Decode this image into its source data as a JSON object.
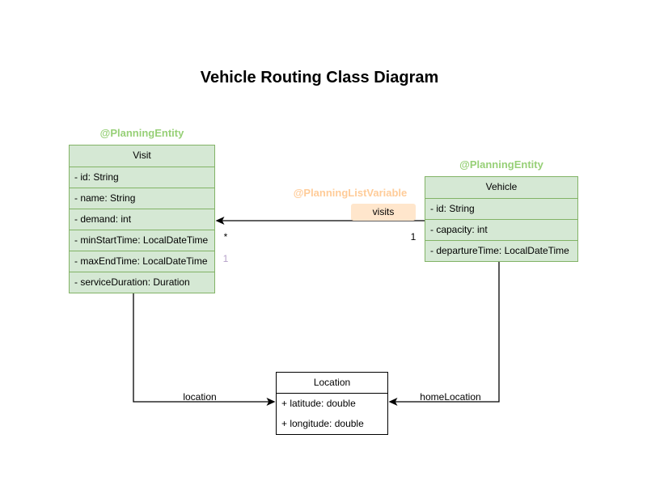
{
  "title": "Vehicle Routing Class Diagram",
  "classes": {
    "visit": {
      "annotation": "@PlanningEntity",
      "name": "Visit",
      "attributes": [
        "- id: String",
        "- name: String",
        "- demand: int",
        "- minStartTime: LocalDateTime",
        "- maxEndTime: LocalDateTime",
        "- serviceDuration: Duration"
      ]
    },
    "vehicle": {
      "annotation": "@PlanningEntity",
      "name": "Vehicle",
      "attributes": [
        "- id: String",
        "- capacity: int",
        "- departureTime: LocalDateTime"
      ]
    },
    "location": {
      "name": "Location",
      "attributes": [
        "+ latitude: double",
        "+ longitude: double"
      ]
    }
  },
  "edges": {
    "visits": {
      "annotation": "@PlanningListVariable",
      "label": "visits",
      "target_multiplicity": "*",
      "source_multiplicity": "1",
      "index_annotation": "1"
    },
    "location": {
      "label": "location"
    },
    "home_location": {
      "label": "homeLocation"
    }
  },
  "colors": {
    "background": "#ffffff",
    "entity_fill": "#d5e8d4",
    "entity_border": "#82b366",
    "entity_annotation_text": "#97d077",
    "list_variable_annotation_text": "#ffcc99",
    "visits_label_bg": "#ffe6cc",
    "index_annotation_text": "#b5a1c9",
    "plain_class_border": "#000000",
    "edge": "#000000"
  }
}
